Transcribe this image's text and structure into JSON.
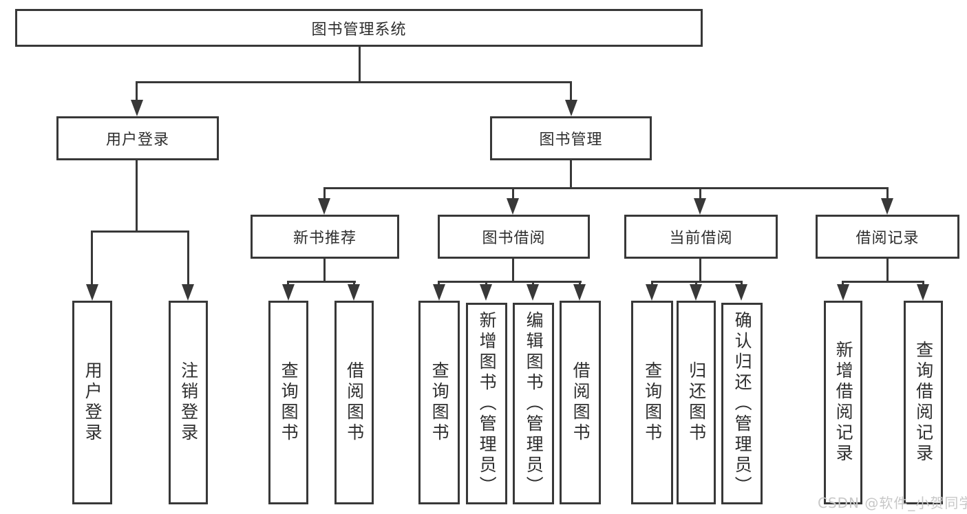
{
  "diagram": {
    "type": "hierarchy-tree",
    "colors": {
      "line": "#383838",
      "box_border": "#383838",
      "box_fill": "#ffffff",
      "text": "#2e2e2e",
      "watermark_text": "#c8c8c8",
      "background": "#ffffff"
    },
    "tree": {
      "label": "图书管理系统",
      "children": [
        {
          "label": "用户登录",
          "children": [
            {
              "label": "用户登录"
            },
            {
              "label": "注销登录"
            }
          ]
        },
        {
          "label": "图书管理",
          "children": [
            {
              "label": "新书推荐",
              "children": [
                {
                  "label": "查询图书"
                },
                {
                  "label": "借阅图书"
                }
              ]
            },
            {
              "label": "图书借阅",
              "children": [
                {
                  "label": "查询图书"
                },
                {
                  "label": "新增图书（管理员）"
                },
                {
                  "label": "编辑图书（管理员）"
                },
                {
                  "label": "借阅图书"
                }
              ]
            },
            {
              "label": "当前借阅",
              "children": [
                {
                  "label": "查询图书"
                },
                {
                  "label": "归还图书"
                },
                {
                  "label": "确认归还（管理员）"
                }
              ]
            },
            {
              "label": "借阅记录",
              "children": [
                {
                  "label": "新增借阅记录"
                },
                {
                  "label": "查询借阅记录"
                }
              ]
            }
          ]
        }
      ]
    }
  },
  "watermark": "CSDN @软件_小贺同学"
}
